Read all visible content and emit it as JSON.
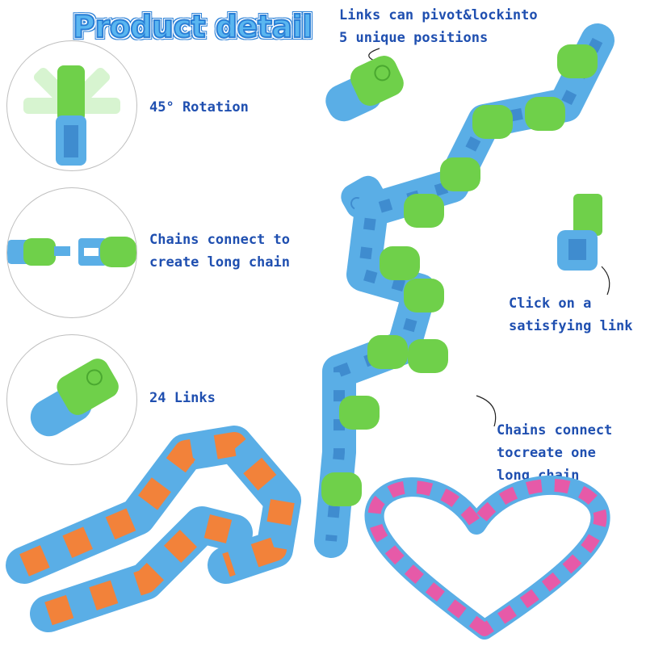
{
  "header": {
    "title": "Product detail"
  },
  "features": [
    {
      "caption": "45° Rotation"
    },
    {
      "caption_line1": "Chains connect to",
      "caption_line2": "create long chain"
    },
    {
      "caption": "24 Links"
    }
  ],
  "callouts": {
    "pivot_line1": "Links can pivot&lockinto",
    "pivot_line2": "5 unique positions",
    "click_line1": "Click on a",
    "click_line2": "satisfying link",
    "connect_line1": "Chains connect",
    "connect_line2": "tocreate one",
    "connect_line3": "long chain"
  },
  "colors": {
    "blue": "#5aaee6",
    "green": "#6fd04a",
    "orange": "#f2823a",
    "pink": "#e65aa8",
    "label_text": "#1f4fb0",
    "title_fill": "#5ab6f0",
    "title_stroke": "#2a7fd6"
  }
}
